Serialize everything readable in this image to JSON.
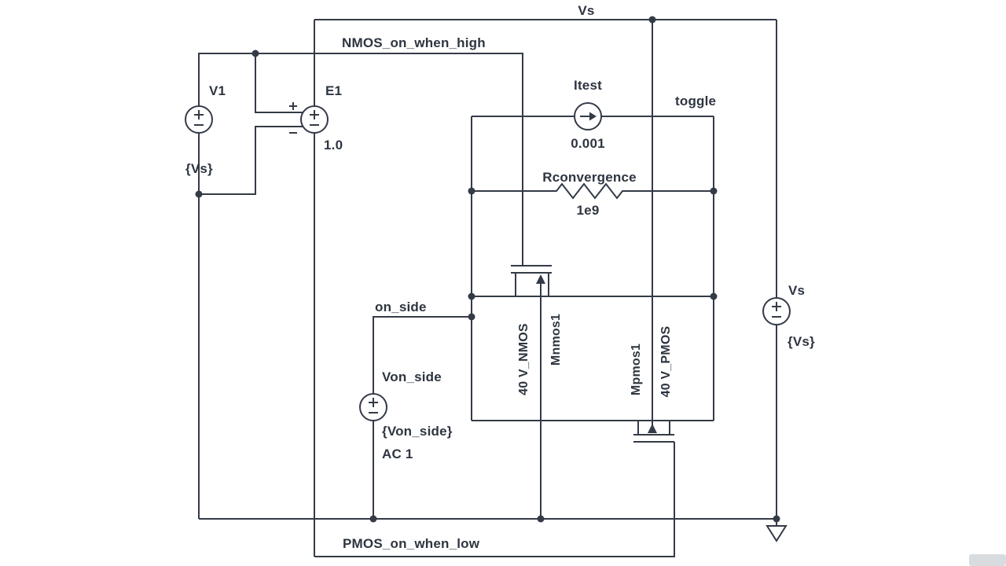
{
  "schematic": {
    "colors": {
      "wire": "#343b47",
      "text": "#2e3540",
      "background": "#ffffff"
    },
    "icons": {
      "ground": "open triangle pointing down",
      "current_arrow": "right arrow inside circle",
      "bulk_arrow": "up-pointing solid arrow",
      "junction": "filled dot",
      "source_polarity": "+ over -"
    },
    "net_labels": {
      "vs_rail": "Vs",
      "nmos_gate_net": "NMOS_on_when_high",
      "toggle_net": "toggle",
      "on_side_net": "on_side",
      "pmos_gate_net": "PMOS_on_when_low"
    },
    "components": {
      "v1": {
        "designator": "V1",
        "value": "{Vs}"
      },
      "e1": {
        "designator": "E1",
        "value": "1.0"
      },
      "itest": {
        "designator": "Itest",
        "value": "0.001"
      },
      "rconvergence": {
        "designator": "Rconvergence",
        "value": "1e9"
      },
      "mnmos1": {
        "designator": "Mnmos1",
        "model": "40 V_NMOS"
      },
      "mpmos1": {
        "designator": "Mpmos1",
        "model": "40 V_PMOS"
      },
      "von_side": {
        "designator": "Von_side",
        "value": "{Von_side}",
        "ac_spec": "AC 1"
      },
      "vs_source": {
        "designator": "Vs",
        "value": "{Vs}"
      }
    }
  }
}
